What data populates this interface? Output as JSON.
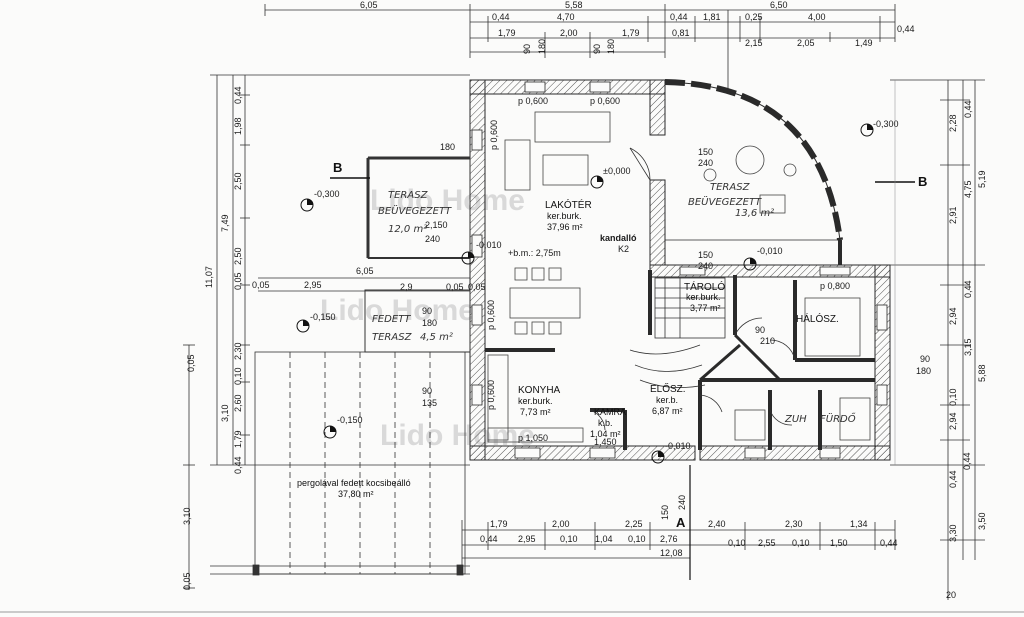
{
  "watermark": "Lido Home",
  "section_marker": "B",
  "axis_marker": "A",
  "top_dims": {
    "row1": [
      "6,05",
      "5,58",
      "6,50"
    ],
    "row2": [
      "0,44",
      "4,70",
      "0,44",
      "1,81",
      "0,25",
      "4,00",
      "0,44"
    ],
    "row3": [
      "1,79",
      "2,00",
      "1,79",
      "0,81",
      "2,15",
      "2,05",
      "1,49"
    ],
    "row4": [
      "90",
      "180",
      "90",
      "180"
    ]
  },
  "left_dims": {
    "outer": "11,07",
    "mid": [
      "7,49",
      "3,10"
    ],
    "inner": [
      "0,44",
      "1,98",
      "2,50",
      "2,50",
      "0,05",
      "2,30",
      "0,10",
      "2,60",
      "1,79",
      "0,44"
    ],
    "extra": [
      "0,05",
      "3,10",
      "0,05"
    ]
  },
  "right_dims": {
    "outer": [
      "5,19",
      "5,88",
      "3,50"
    ],
    "mid": [
      "0,44",
      "4,75",
      "0,44",
      "3,15",
      "0,44",
      "3,30"
    ],
    "inner": [
      "2,28",
      "2,91",
      "2,94",
      "2,94",
      "0,10",
      "0,44"
    ],
    "extra": "20"
  },
  "bottom_dims": {
    "row1": [
      "1,79",
      "2,00",
      "2,25",
      "2,40",
      "2,30",
      "1,34"
    ],
    "row2": [
      "0,44",
      "2,95",
      "0,10",
      "1,04",
      "0,10",
      "2,76",
      "0,10",
      "2,55",
      "0,10",
      "1,50",
      "0,44"
    ],
    "row3": [
      "12,08"
    ]
  },
  "mid_dims": [
    "6,05",
    "2,95",
    "0,05",
    "2,9",
    "0,05",
    "0,05"
  ],
  "levels": [
    "-0,300",
    "-0,300",
    "±0,000",
    "-0,010",
    "-0,010",
    "-0,150",
    "-0,150",
    "-0,010"
  ],
  "rooms": {
    "lakoter": {
      "name": "LAKÓTÉR",
      "finish": "ker.burk.",
      "area": "37,96 m²"
    },
    "konyha": {
      "name": "KONYHA",
      "finish": "ker.burk.",
      "area": "7,73 m²"
    },
    "kamra": {
      "name": "KAMRA",
      "finish": "k.b.",
      "area": "1,04 m²"
    },
    "eloter": {
      "name": "ELŐSZ.",
      "finish": "ker.b.",
      "area": "6,87 m²"
    },
    "tarolo": {
      "name": "TÁROLÓ",
      "finish": "ker.burk.",
      "area": "3,77 m²"
    },
    "halosz": {
      "name": "HÁLÓSZ."
    },
    "furdo": {
      "name": "FÜRDŐ"
    },
    "zuh": {
      "name": "ZUH"
    },
    "terasz_l": {
      "name": "TERASZ",
      "note": "BEÜVEGEZETT",
      "area": "12,0 m²"
    },
    "terasz_r": {
      "name": "TERASZ",
      "note": "BEÜVEGEZETT",
      "area": "13,6 m²"
    },
    "fedett": {
      "name": "FEDETT",
      "note": "TERASZ",
      "area": "4,5 m²"
    },
    "pergola": {
      "line1": "pergolával fedett kocsibeálló",
      "area": "37,80 m²"
    }
  },
  "labels": {
    "height": "+b.m.: 2,75m",
    "kandallo": "kandalló",
    "k2": "K2",
    "p_labels": [
      "p 0,600",
      "p 0,600",
      "p 0,600",
      "p 1,050",
      "p 0,600",
      "p 0,600",
      "p 0,800"
    ],
    "openings": [
      "150",
      "240",
      "90",
      "180",
      "90",
      "135",
      "150",
      "240",
      "90",
      "210",
      "90",
      "180",
      "1,450",
      "150",
      "240"
    ],
    "misc": [
      "2,150",
      "240",
      "180"
    ]
  },
  "colors": {
    "wall": "#2a2a2a",
    "line": "#3a3a3a",
    "paper": "#fbfbfa"
  }
}
